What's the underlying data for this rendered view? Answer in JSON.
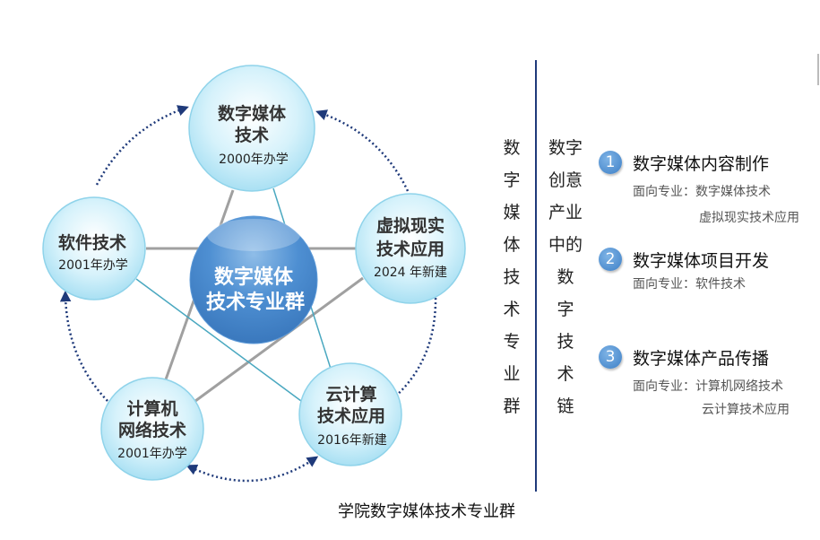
{
  "diagram": {
    "center": {
      "line1": "数字媒体",
      "line2": "技术专业群"
    },
    "nodes": [
      {
        "line1": "数字媒体",
        "line2": "技术",
        "sub": "2000年办学"
      },
      {
        "line1": "虚拟现实",
        "line2": "技术应用",
        "sub": "2024 年新建"
      },
      {
        "line1": "云计算",
        "line2": "技术应用",
        "sub": "2016年新建"
      },
      {
        "line1": "计算机",
        "line2": "网络技术",
        "sub": "2001年办学"
      },
      {
        "line1": "软件技术",
        "line2": "",
        "sub": "2001年办学"
      }
    ]
  },
  "column1": [
    "数",
    "字",
    "媒",
    "体",
    "技",
    "术",
    "专",
    "业",
    "群"
  ],
  "column2": [
    "数字",
    "创意",
    "产业",
    "中的",
    "数",
    "字",
    "技",
    "术",
    "链"
  ],
  "items": [
    {
      "num": "1",
      "title": "数字媒体内容制作",
      "sub1": "面向专业：数字媒体技术",
      "sub2": "虚拟现实技术应用"
    },
    {
      "num": "2",
      "title": "数字媒体项目开发",
      "sub1": "面向专业：软件技术"
    },
    {
      "num": "3",
      "title": "数字媒体产品传播",
      "sub1": "面向专业：计算机网络技术",
      "sub2": "云计算技术应用"
    }
  ],
  "caption": "学院数字媒体技术专业群",
  "colors": {
    "accent": "#3d7fc6",
    "divider": "#1f3a7a",
    "arrow": "#1f3a7a"
  }
}
